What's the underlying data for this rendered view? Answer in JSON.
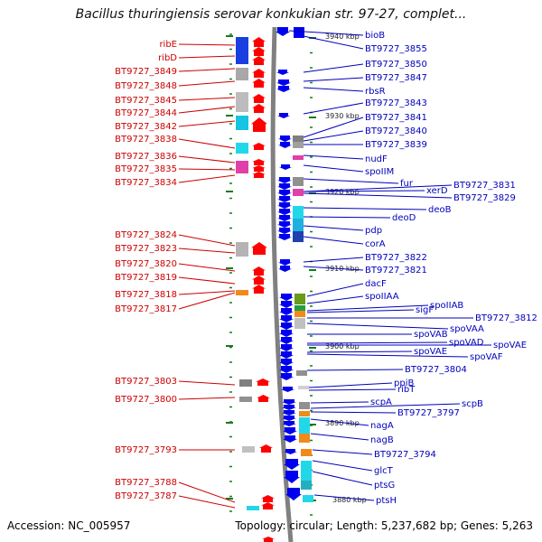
{
  "title": "Bacillus thuringiensis serovar konkukian str. 97-27, complet...",
  "accession": "Accession: NC_005957",
  "topology": "Topology: circular; Length: 5,237,682 bp; Genes: 5,263",
  "colors": {
    "forward": "#ff0000",
    "reverse": "#0000ee",
    "left_label": "#cc0000",
    "right_label": "#0000bb",
    "backbone": "#808080",
    "tick": "#1a7a1a"
  },
  "scale_labels": [
    "3940 kbp",
    "3930 kbp",
    "3920 kbp",
    "3910 kbp",
    "3900 kbp",
    "3890 kbp",
    "3880 kbp"
  ],
  "left_labels": [
    "ribE",
    "ribD",
    "BT9727_3849",
    "BT9727_3848",
    "BT9727_3845",
    "BT9727_3844",
    "BT9727_3842",
    "BT9727_3838",
    "BT9727_3836",
    "BT9727_3835",
    "BT9727_3834",
    "BT9727_3824",
    "BT9727_3823",
    "BT9727_3820",
    "BT9727_3819",
    "BT9727_3818",
    "BT9727_3817",
    "BT9727_3803",
    "BT9727_3800",
    "BT9727_3793",
    "BT9727_3788",
    "BT9727_3787"
  ],
  "right_labels": [
    "bioB",
    "BT9727_3855",
    "BT9727_3850",
    "BT9727_3847",
    "rbsR",
    "BT9727_3843",
    "BT9727_3841",
    "BT9727_3840",
    "BT9727_3839",
    "nudF",
    "spoIIM",
    "fur",
    "xerD",
    "BT9727_3831",
    "BT9727_3829",
    "deoB",
    "deoD",
    "pdp",
    "corA",
    "BT9727_3822",
    "BT9727_3821",
    "dacF",
    "spoIIAA",
    "spoIIAB",
    "sigF",
    "BT9727_3812",
    "spoVAA",
    "spoVAB",
    "spoVAD",
    "spoVAE",
    "spoVAE",
    "spoVAF",
    "BT9727_3804",
    "ppiB",
    "ribT",
    "scpA",
    "scpB",
    "BT9727_3797",
    "nagA",
    "nagB",
    "BT9727_3794",
    "glcT",
    "ptsG",
    "ptsH"
  ]
}
